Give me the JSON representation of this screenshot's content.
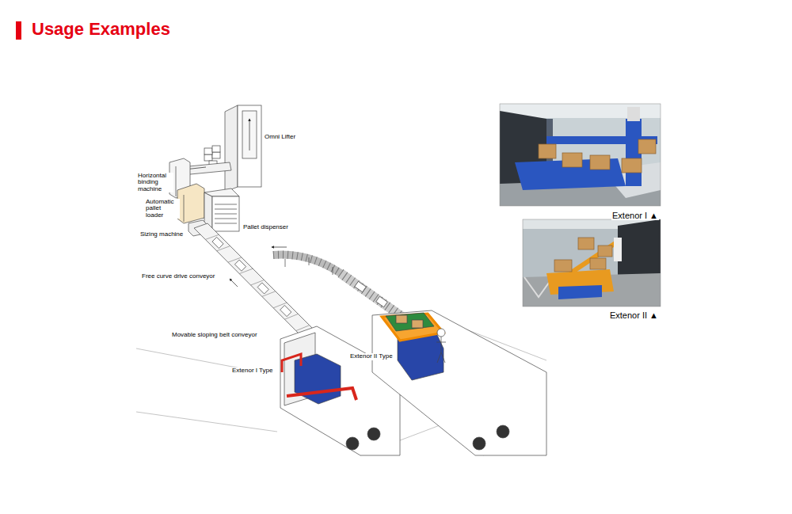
{
  "diagram": {
    "title": "Usage Examples",
    "labels": [
      "Omni Lifter",
      "Horizontal binding machine",
      "Automatic pallet loader",
      "Sizing machine",
      "Pallet dispenser",
      "Free curve drive conveyor",
      "Movable sloping belt conveyor",
      "Extenor I Type",
      "Extenor II Type",
      "Extenor I ▲",
      "Extenor II ▲"
    ]
  }
}
